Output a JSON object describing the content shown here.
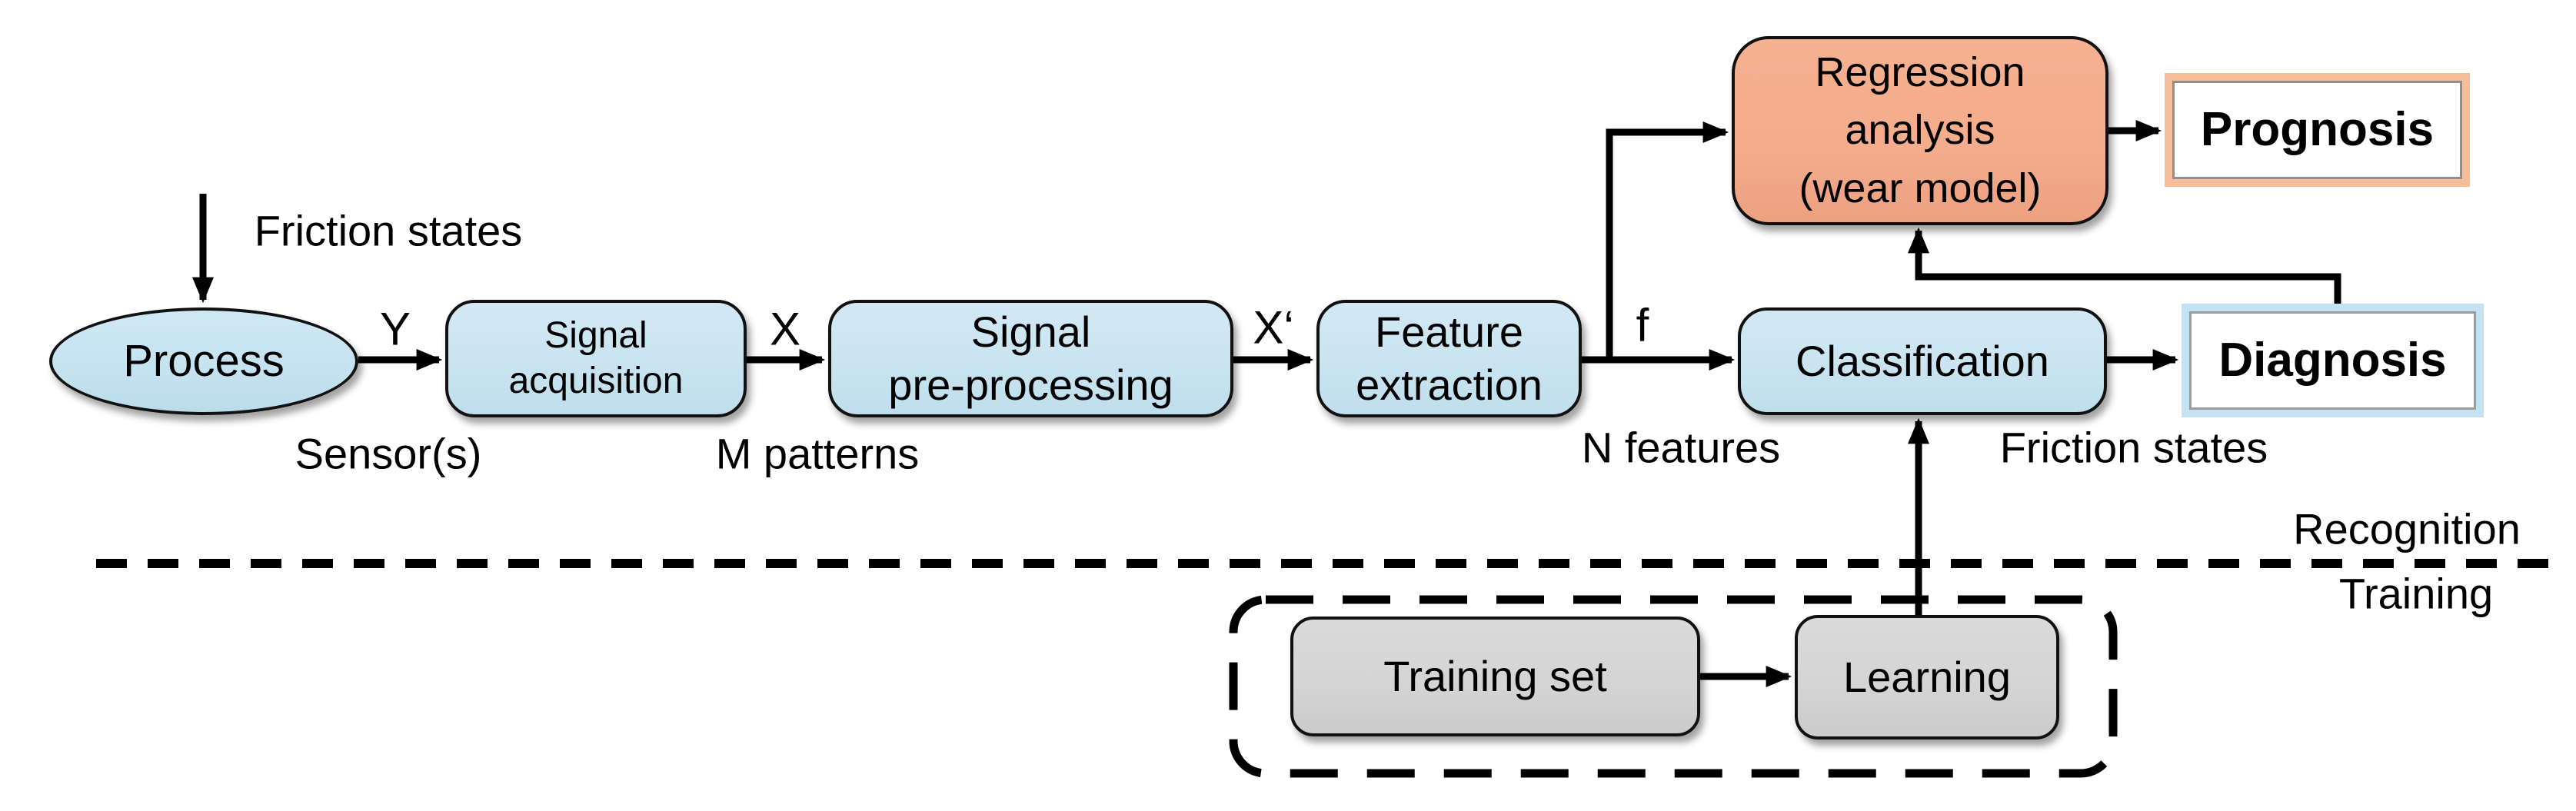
{
  "figure": {
    "type": "flow-diagram",
    "colors": {
      "background": "#ffffff",
      "node_blue": "#C9E4F0",
      "node_salmon": "#F3AC8C",
      "node_gray": "#D4D4D4",
      "prognosis_border": "#F6BE98",
      "diagnosis_border": "#C5E2F2",
      "line": "#000000"
    },
    "nodes": {
      "process": {
        "label": "Process"
      },
      "signal_acquisition": {
        "label": "Signal\nacquisition"
      },
      "signal_preprocessing": {
        "label": "Signal\npre-processing"
      },
      "feature_extraction": {
        "label": "Feature\nextraction"
      },
      "classification": {
        "label": "Classification"
      },
      "regression_analysis": {
        "label": "Regression\nanalysis\n(wear model)"
      },
      "prognosis": {
        "label": "Prognosis"
      },
      "diagnosis": {
        "label": "Diagnosis"
      },
      "training_set": {
        "label": "Training set"
      },
      "learning": {
        "label": "Learning"
      }
    },
    "edge_labels": {
      "friction_states_input": "Friction states",
      "y": "Y",
      "x": "X",
      "x_prime": "X‘",
      "f": "f",
      "sensors": "Sensor(s)",
      "m_patterns": "M patterns",
      "n_features": "N features",
      "friction_states_training": "Friction states"
    },
    "regions": {
      "recognition": "Recognition",
      "training": "Training"
    }
  }
}
